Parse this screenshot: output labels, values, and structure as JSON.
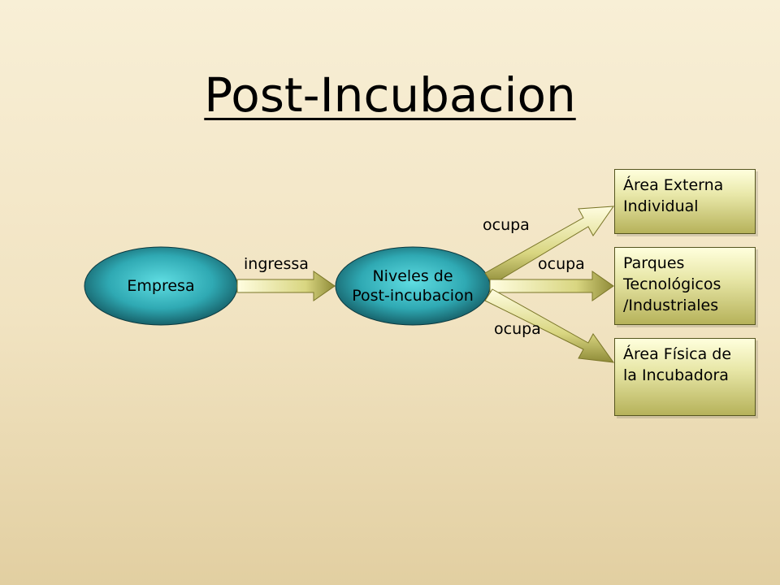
{
  "title": "Post-Incubacion",
  "nodes": {
    "empresa": {
      "lines": [
        "Empresa"
      ]
    },
    "niveles": {
      "lines": [
        "Niveles de",
        "Post-incubacion"
      ]
    },
    "externa": {
      "lines": [
        "Área Externa",
        "Individual"
      ]
    },
    "parques": {
      "lines": [
        "Parques",
        "Tecnológicos",
        "/Industriales"
      ]
    },
    "fisica": {
      "lines": [
        "Área Física de",
        "la Incubadora"
      ]
    }
  },
  "edges": {
    "ingressa": "ingressa",
    "ocupa_top": "ocupa",
    "ocupa_mid": "ocupa",
    "ocupa_bottom": "ocupa"
  },
  "colors": {
    "ellipse_light": "#4fd0d8",
    "ellipse_dark": "#0f4a52",
    "arrow_light": "#fffde0",
    "arrow_dark": "#8f8b38",
    "box_outline": "#55551f"
  }
}
